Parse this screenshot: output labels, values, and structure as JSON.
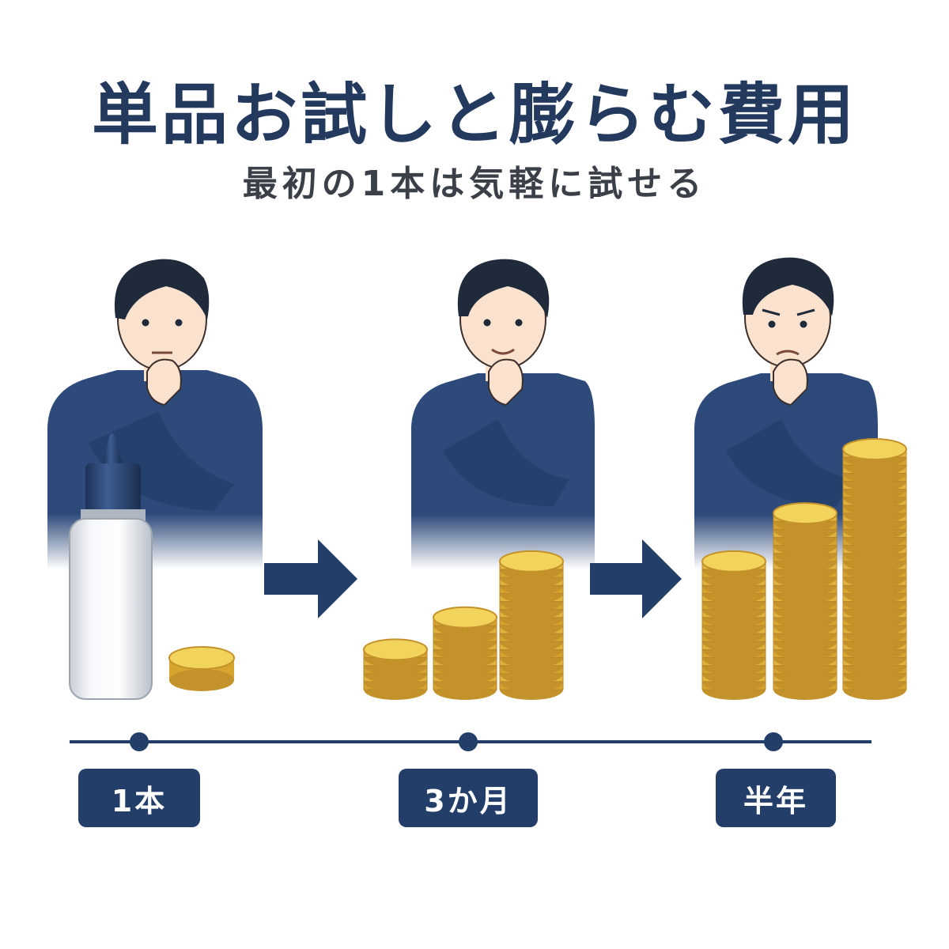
{
  "title": "単品お試しと膨らむ費用",
  "subtitle": "最初の1本は気軽に試せる",
  "stages": [
    {
      "label": "1本",
      "coin_stacks": [
        1
      ],
      "expression": "thinking"
    },
    {
      "label": "3か月",
      "coin_stacks": [
        5,
        9,
        16
      ],
      "expression": "smiling"
    },
    {
      "label": "半年",
      "coin_stacks": [
        16,
        22,
        30
      ],
      "expression": "worried"
    }
  ],
  "colors": {
    "navy": "#243e6a",
    "shirt": "#2d4a7a",
    "coin": "#e9c445",
    "skin": "#fbe2cf",
    "hair": "#1f2a3a"
  },
  "icons": [
    "bottle-icon",
    "coin-stack-icon",
    "arrow-right-icon",
    "timeline-dot-icon"
  ]
}
